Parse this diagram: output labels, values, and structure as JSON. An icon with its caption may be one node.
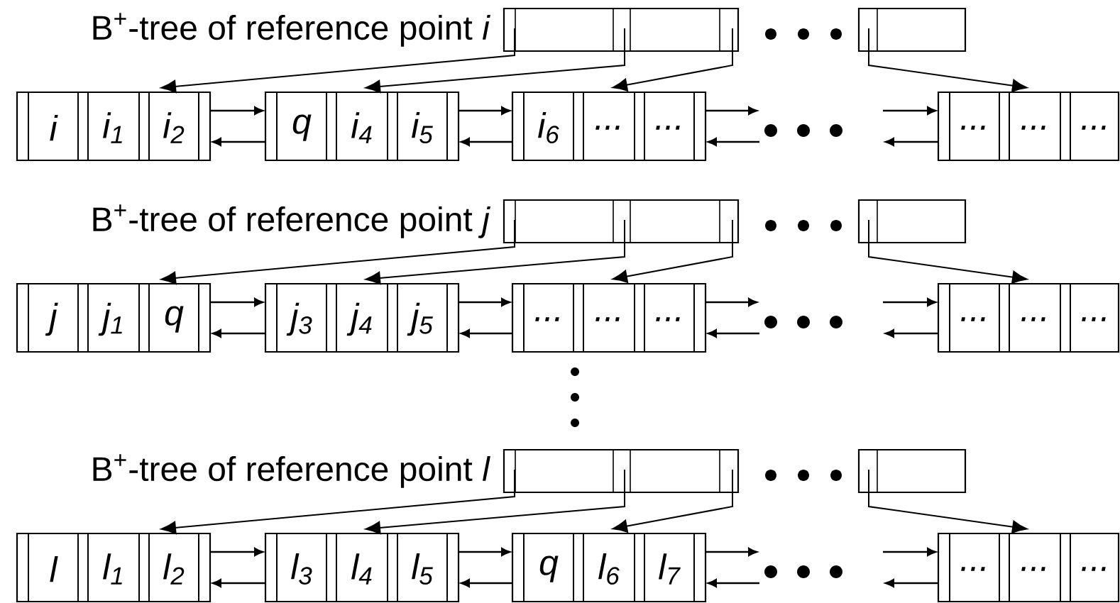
{
  "diagram": {
    "nodes": [
      {
        "text": [],
        "shape": "box",
        "beside": [
          "B$^{+}$-tree of reference point *i*"
        ]
      },
      {
        "text": [],
        "shape": "box"
      },
      {
        "text": [
          "i",
          "i$_{1}$",
          "i$_{2}$"
        ]
      },
      {
        "text": [
          "q",
          "i$_{4}$",
          "i$_{5}$"
        ]
      },
      {
        "text": [
          "i$_{6}$",
          "...",
          "..."
        ]
      },
      {
        "text": [
          "...",
          "...",
          "..."
        ]
      },
      {
        "text": [],
        "shape": "box",
        "beside": [
          "B$^{+}$-tree of reference point *j*"
        ]
      },
      {
        "text": [],
        "shape": "box"
      },
      {
        "text": [
          "j",
          "j$_{1}$",
          "q"
        ]
      },
      {
        "text": [
          "j$_{3}$",
          "j$_{4}$",
          "j$_{5}$"
        ]
      },
      {
        "text": [
          "...",
          "...",
          "..."
        ]
      },
      {
        "text": [
          "...",
          "...",
          "..."
        ]
      },
      {
        "text": [],
        "shape": "box",
        "beside": [
          "B$^{+}$-tree of reference point *l*"
        ]
      },
      {
        "text": [],
        "shape": "box"
      },
      {
        "text": [
          "l",
          "l$_{1}$",
          "l$_{2}$"
        ]
      },
      {
        "text": [
          "l$_{3}$",
          "l$_{4}$",
          "l$_{5}$"
        ]
      },
      {
        "text": [
          "q",
          "l$_{6}$",
          "l$_{7}$"
        ]
      },
      {
        "text": [
          "...",
          "...",
          "..."
        ]
      }
    ],
    "edges": [
      {
        "from": 0,
        "to": 2,
        "arrow": "to"
      },
      {
        "from": 0,
        "to": 3,
        "arrow": "to"
      },
      {
        "from": 0,
        "to": 4,
        "arrow": "to"
      },
      {
        "from": 1,
        "to": 5,
        "arrow": "to"
      },
      {
        "from": 2,
        "to": 3,
        "arrow": "to"
      },
      {
        "from": 3,
        "to": 2,
        "arrow": "to"
      },
      {
        "from": 3,
        "to": 4,
        "arrow": "to"
      },
      {
        "from": 4,
        "to": 3,
        "arrow": "to"
      },
      {
        "from": 4,
        "to": null,
        "arrow": "to"
      },
      {
        "from": null,
        "to": 4,
        "arrow": "to"
      },
      {
        "from": null,
        "to": 5,
        "arrow": "to"
      },
      {
        "from": 5,
        "to": null,
        "arrow": "to"
      },
      {
        "from": 6,
        "to": 8,
        "arrow": "to"
      },
      {
        "from": 6,
        "to": 9,
        "arrow": "to"
      },
      {
        "from": 6,
        "to": 10,
        "arrow": "to"
      },
      {
        "from": 7,
        "to": 11,
        "arrow": "to"
      },
      {
        "from": 8,
        "to": 9,
        "arrow": "to"
      },
      {
        "from": 9,
        "to": 8,
        "arrow": "to"
      },
      {
        "from": 9,
        "to": 10,
        "arrow": "to"
      },
      {
        "from": 10,
        "to": 9,
        "arrow": "to"
      },
      {
        "from": 10,
        "to": null,
        "arrow": "to"
      },
      {
        "from": null,
        "to": 10,
        "arrow": "to"
      },
      {
        "from": null,
        "to": 11,
        "arrow": "to"
      },
      {
        "from": 11,
        "to": null,
        "arrow": "to"
      },
      {
        "from": 12,
        "to": 14,
        "arrow": "to"
      },
      {
        "from": 12,
        "to": 15,
        "arrow": "to"
      },
      {
        "from": 12,
        "to": 16,
        "arrow": "to"
      },
      {
        "from": 13,
        "to": 17,
        "arrow": "to"
      },
      {
        "from": 14,
        "to": 15,
        "arrow": "to"
      },
      {
        "from": 15,
        "to": 14,
        "arrow": "to"
      },
      {
        "from": 15,
        "to": 16,
        "arrow": "to"
      },
      {
        "from": 16,
        "to": 15,
        "arrow": "to"
      },
      {
        "from": 16,
        "to": null,
        "arrow": "to"
      },
      {
        "from": null,
        "to": 16,
        "arrow": "to"
      },
      {
        "from": null,
        "to": 17,
        "arrow": "to"
      },
      {
        "from": 17,
        "to": null,
        "arrow": "to"
      }
    ]
  }
}
